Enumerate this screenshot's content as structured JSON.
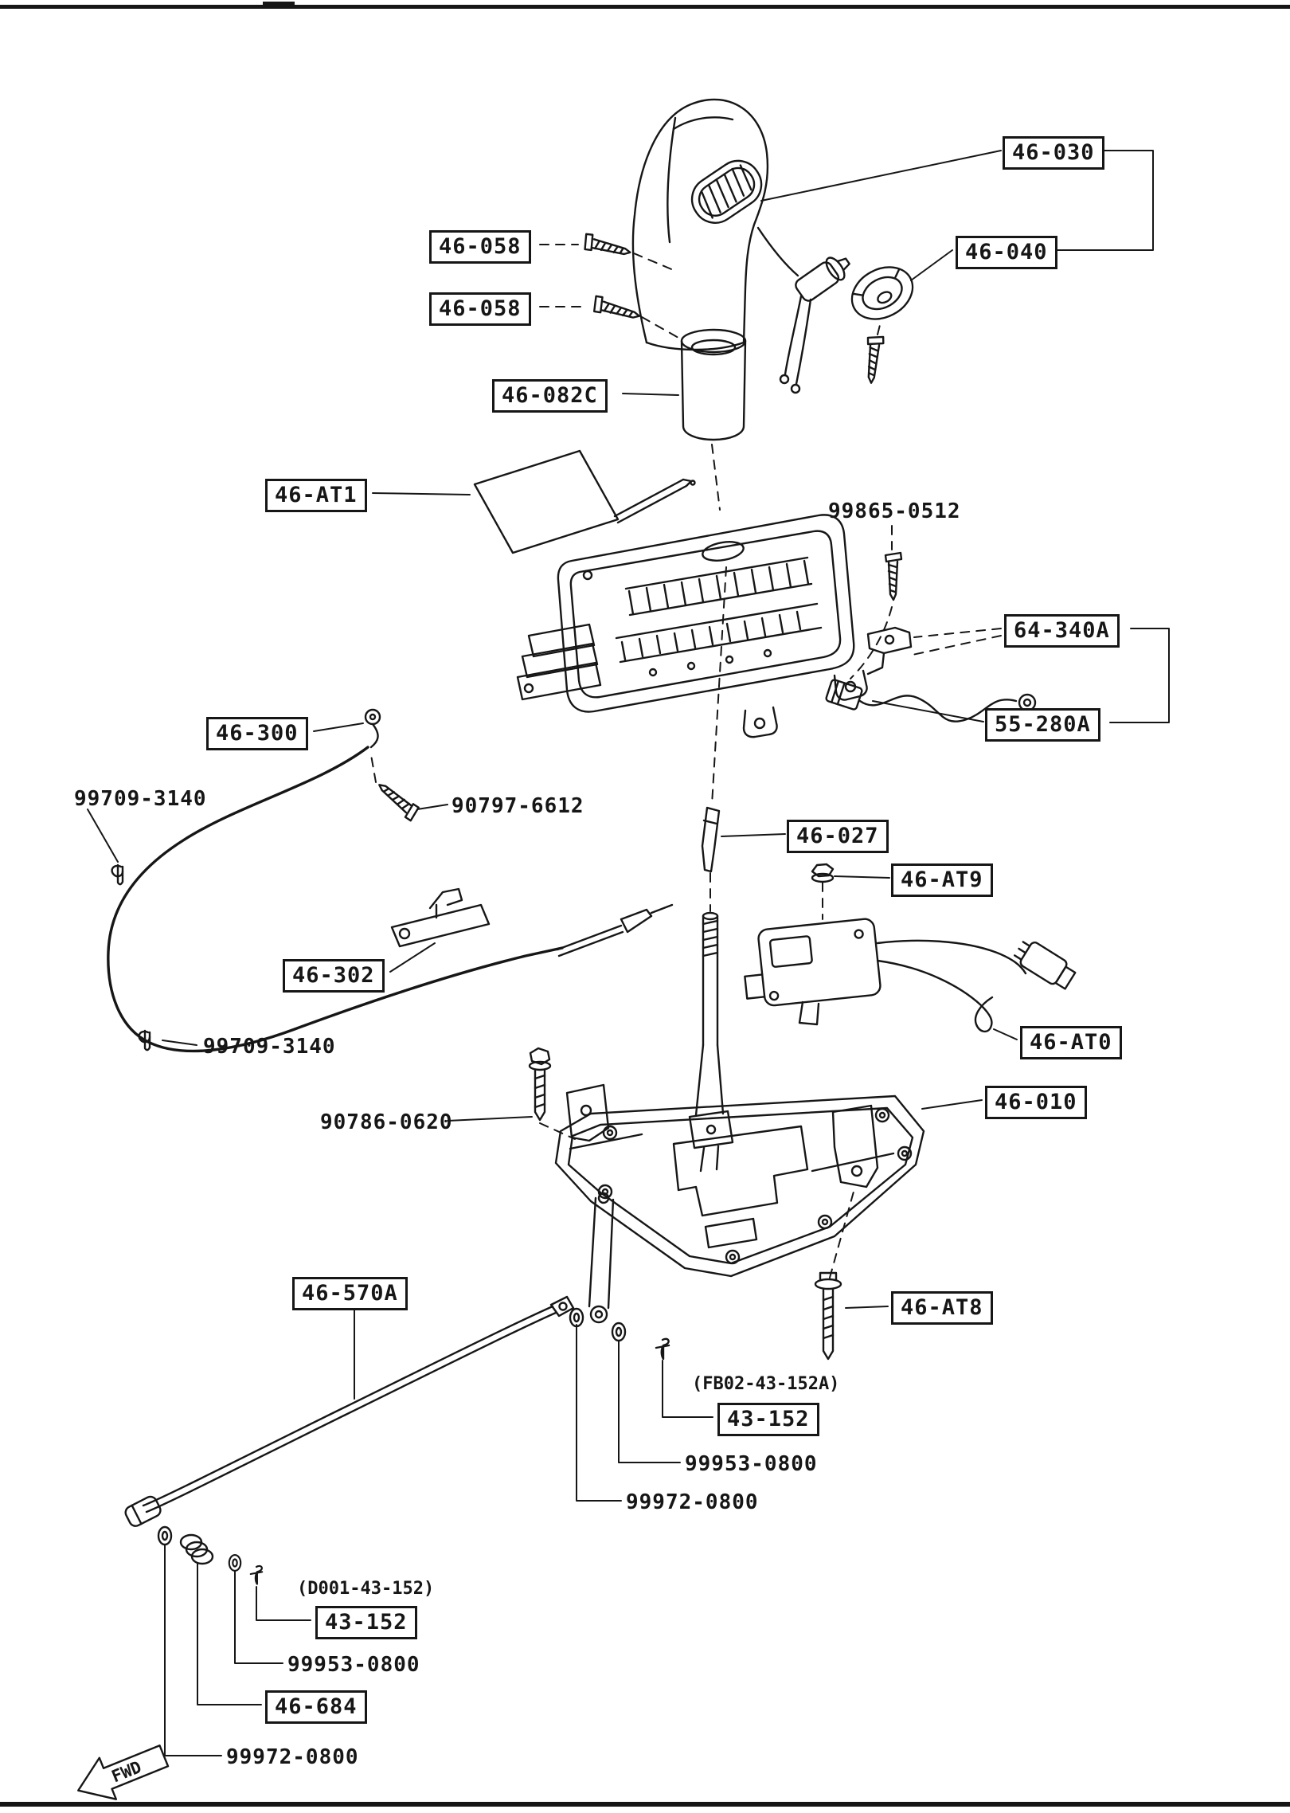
{
  "colors": {
    "ink": "#161616",
    "paper": "#ffffff"
  },
  "labels": {
    "b46_030": "46-030",
    "b46_058a": "46-058",
    "b46_058b": "46-058",
    "b46_040": "46-040",
    "b46_082c": "46-082C",
    "b46_at1": "46-AT1",
    "t99865_0512": "99865-0512",
    "b64_340a": "64-340A",
    "b55_280a": "55-280A",
    "b46_300": "46-300",
    "t99709_3140a": "99709-3140",
    "t90797_6612": "90797-6612",
    "b46_027": "46-027",
    "b46_at9": "46-AT9",
    "b46_302": "46-302",
    "t99709_3140b": "99709-3140",
    "b46_at0": "46-AT0",
    "b46_010": "46-010",
    "t90786_0620": "90786-0620",
    "b46_570a": "46-570A",
    "b46_at8": "46-AT8",
    "t_fb02_43_152a": "(FB02-43-152A)",
    "b43_152a": "43-152",
    "t99953_0800a": "99953-0800",
    "t99972_0800a": "99972-0800",
    "t_d001_43_152": "(D001-43-152)",
    "b43_152b": "43-152",
    "t99953_0800b": "99953-0800",
    "b46_684": "46-684",
    "t99972_0800b": "99972-0800",
    "fwd": "FWD"
  }
}
